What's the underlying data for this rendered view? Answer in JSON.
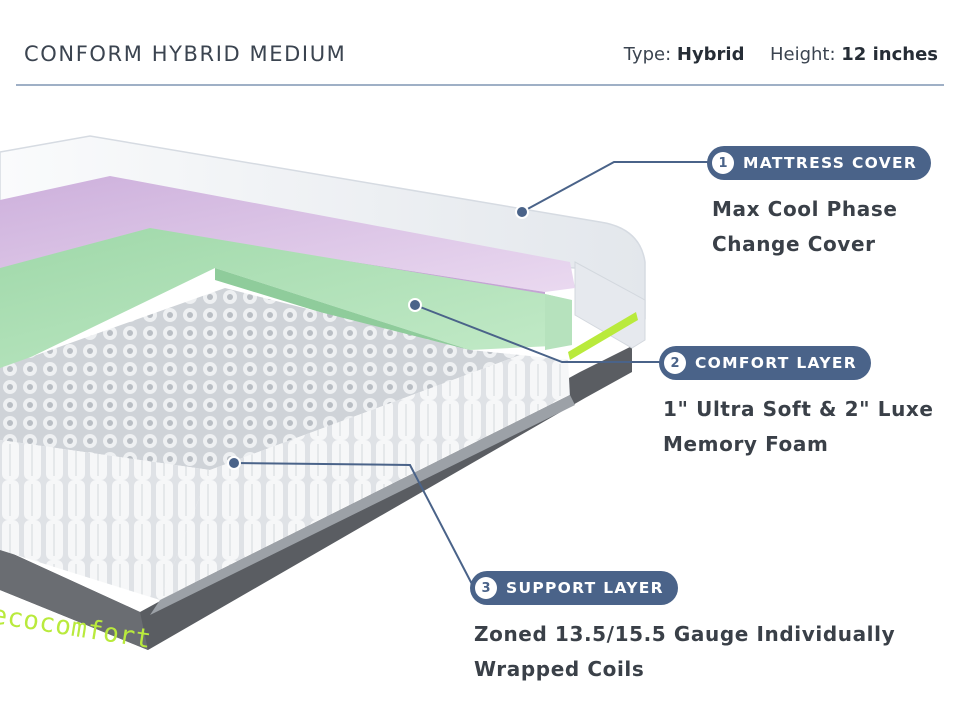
{
  "header": {
    "title": "CONFORM HYBRID MEDIUM",
    "type_label": "Type:",
    "type_value": "Hybrid",
    "height_label": "Height:",
    "height_value": "12 inches"
  },
  "layers": [
    {
      "number": "1",
      "name": "MATTRESS COVER",
      "line1": "Max Cool Phase",
      "line2": "Change Cover"
    },
    {
      "number": "2",
      "name": "COMFORT LAYER",
      "line1": "1\" Ultra Soft & 2\" Luxe",
      "line2": "Memory Foam"
    },
    {
      "number": "3",
      "name": "SUPPORT LAYER",
      "line1": "Zoned 13.5/15.5 Gauge Individually",
      "line2": "Wrapped Coils"
    }
  ],
  "brand": "ecocomfort",
  "colors": {
    "accent": "#4a6389",
    "cover": "#f2f4f7",
    "memory_foam": "#dcc3e6",
    "comfort_foam": "#a6ddb0",
    "base": "#5a5d62",
    "brand_green": "#b9ea3c"
  }
}
